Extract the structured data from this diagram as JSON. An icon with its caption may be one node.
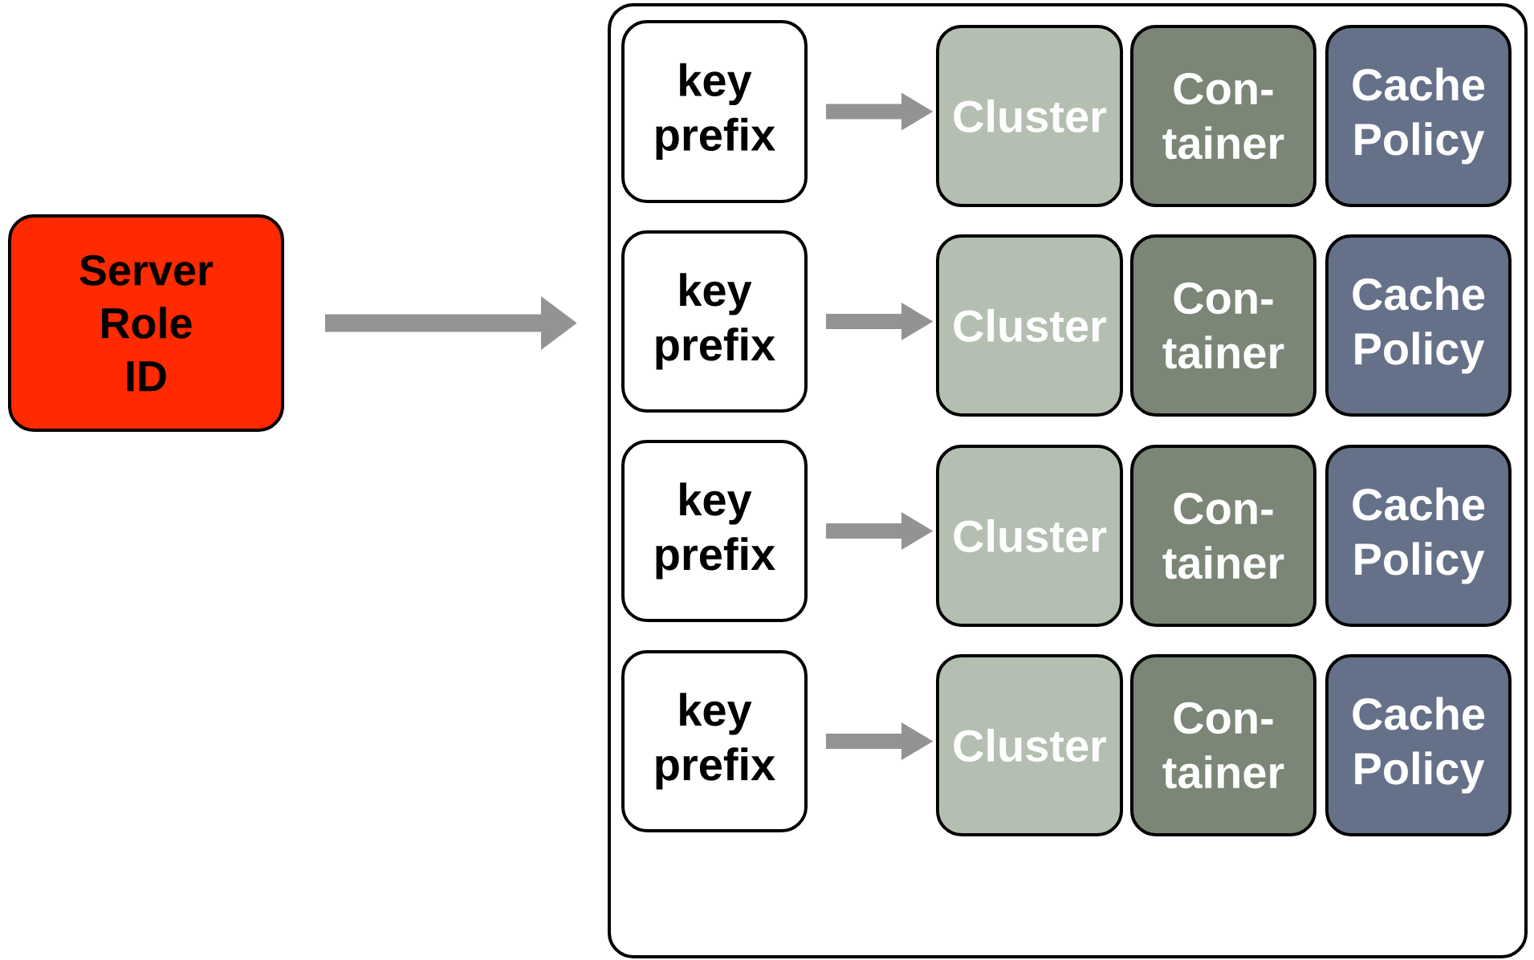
{
  "diagram": {
    "nodes": [
      {
        "text": [
          "Server Role ID"
        ]
      },
      {
        "text": [],
        "shape": "box"
      },
      {
        "text": [
          "key prefix"
        ],
        "in": 1
      },
      {
        "text": [
          "Cluster"
        ],
        "in": 1
      },
      {
        "text": [
          "Con- tainer"
        ],
        "in": 1
      },
      {
        "text": [
          "Cache Policy"
        ],
        "in": 1
      },
      {
        "text": [
          "key prefix"
        ],
        "in": 1
      },
      {
        "text": [
          "Cluster"
        ],
        "in": 1
      },
      {
        "text": [
          "Con- tainer"
        ],
        "in": 1
      },
      {
        "text": [
          "Cache Policy"
        ],
        "in": 1
      },
      {
        "text": [
          "key prefix"
        ],
        "in": 1
      },
      {
        "text": [
          "Cluster"
        ],
        "in": 1
      },
      {
        "text": [
          "Con- tainer"
        ],
        "in": 1
      },
      {
        "text": [
          "Cache Policy"
        ],
        "in": 1
      },
      {
        "text": [
          "key prefix"
        ],
        "in": 1
      },
      {
        "text": [
          "Cluster"
        ],
        "in": 1
      },
      {
        "text": [
          "Con- tainer"
        ],
        "in": 1
      },
      {
        "text": [
          "Cache Policy"
        ],
        "in": 1
      }
    ],
    "edges": [
      {
        "from": 0,
        "to": 1,
        "arrow": "to"
      },
      {
        "from": 2,
        "to": 3,
        "arrow": "to"
      },
      {
        "from": 6,
        "to": 7,
        "arrow": "to"
      },
      {
        "from": 10,
        "to": 11,
        "arrow": "to"
      },
      {
        "from": 14,
        "to": 15,
        "arrow": "to"
      }
    ]
  }
}
